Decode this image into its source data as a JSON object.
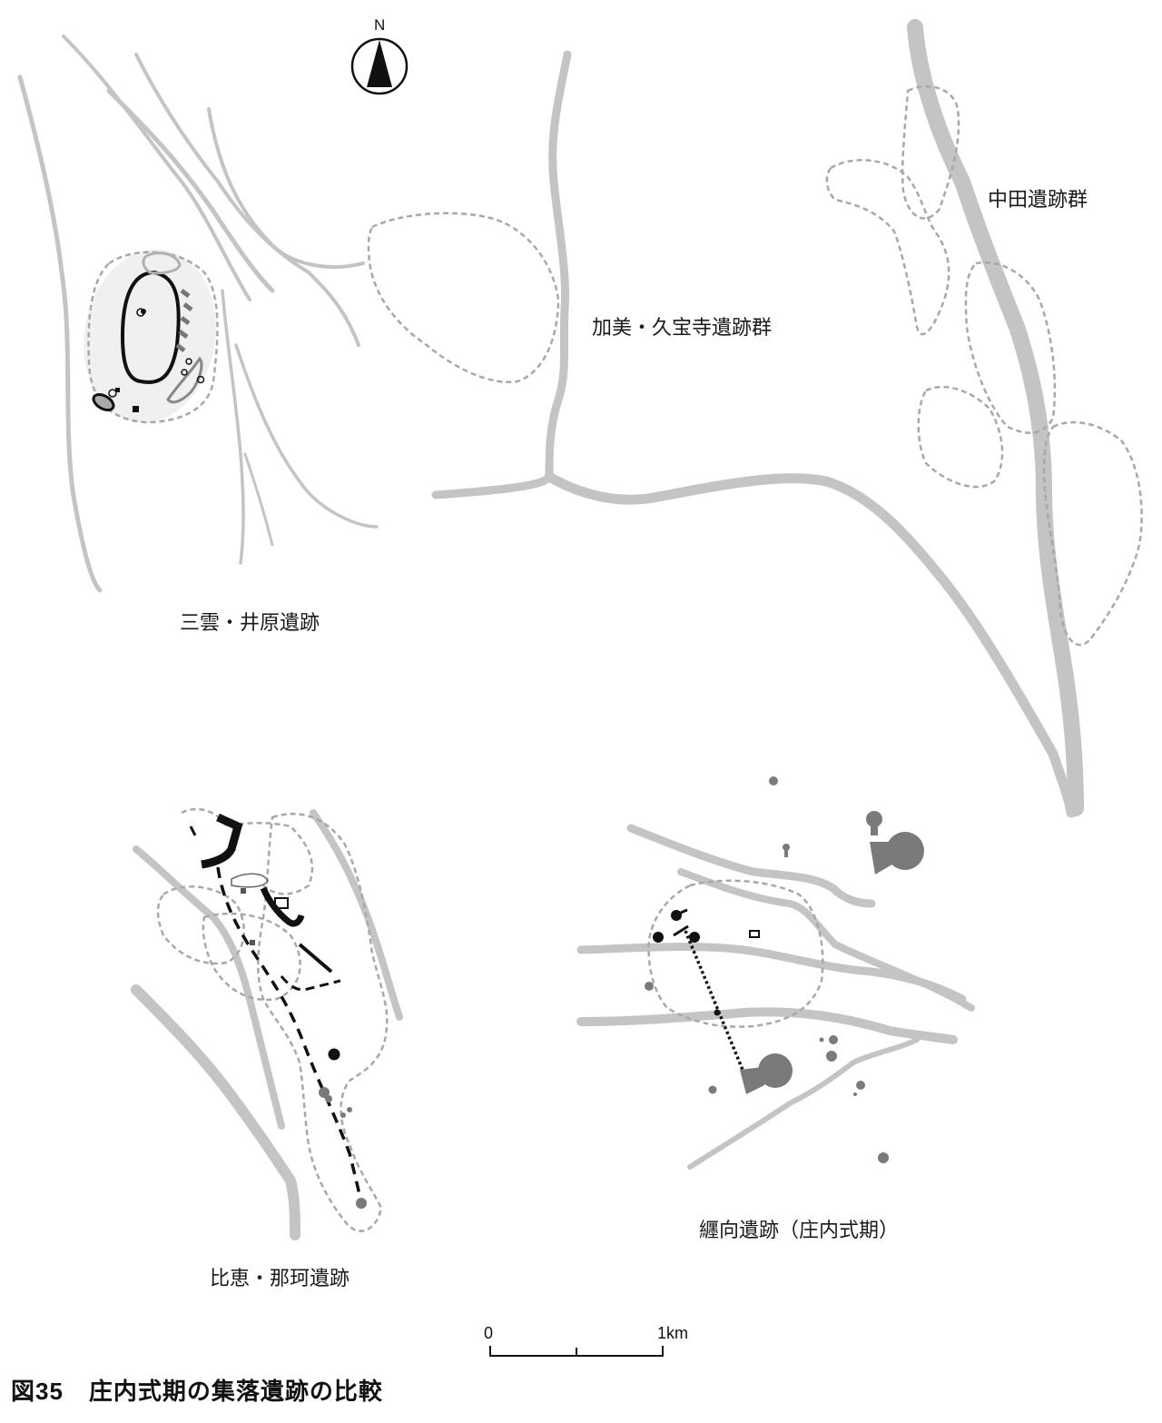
{
  "figure": {
    "number": "図35",
    "title": "庄内式期の集落遺跡の比較"
  },
  "north_arrow": {
    "label": "N"
  },
  "scale_bar": {
    "start_label": "0",
    "end_label": "1km",
    "length_km": 1
  },
  "sites": [
    {
      "id": "mikumo-iwara",
      "label": "三雲・井原遺跡"
    },
    {
      "id": "kami-kuhoji",
      "label": "加美・久宝寺遺跡群"
    },
    {
      "id": "nakata",
      "label": "中田遺跡群"
    },
    {
      "id": "hie-naka",
      "label": "比恵・那珂遺跡"
    },
    {
      "id": "makimuku",
      "label": "纒向遺跡（庄内式期）"
    }
  ],
  "legend_colors": {
    "river": "#c4c4c4",
    "settlement_boundary": "#a8a8a8",
    "feature": "#111111",
    "tomb": "#777777"
  }
}
